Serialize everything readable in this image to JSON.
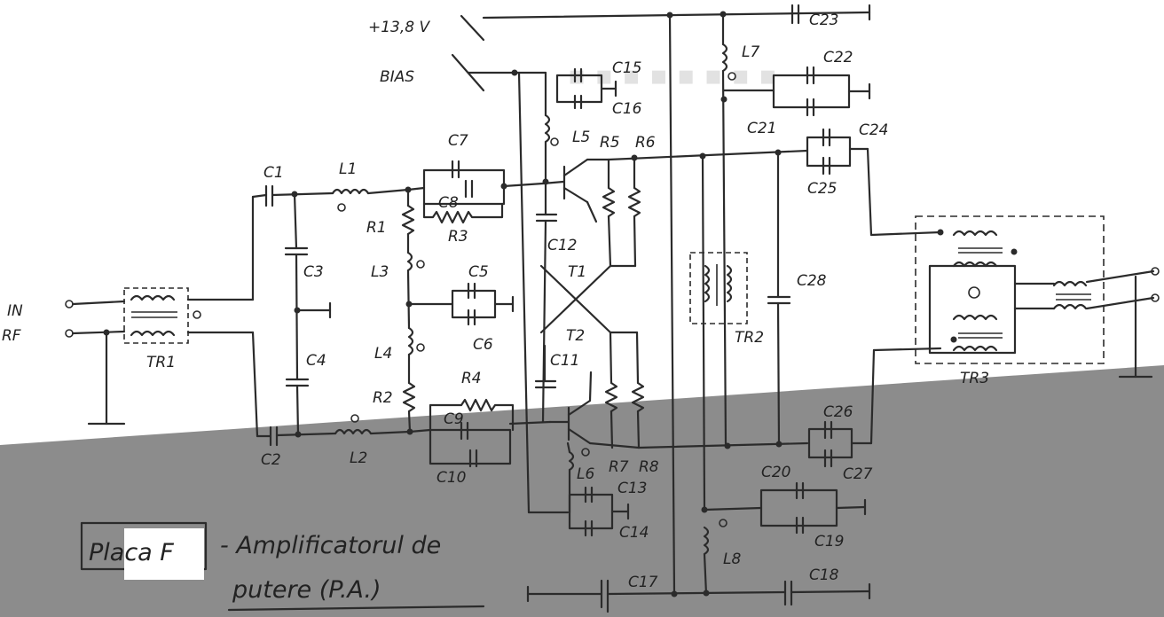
{
  "document": {
    "caption_box": "Placa F",
    "caption_line1": "- Amplificatorul de",
    "caption_line2": "putere (P.A.)"
  },
  "supply": {
    "voltage": "+13,8 V",
    "bias": "BIAS"
  },
  "io": {
    "input_line1": "IN",
    "input_line2": "RF"
  },
  "labels": {
    "c1": "C1",
    "c2": "C2",
    "c3": "C3",
    "c4": "C4",
    "c5": "C5",
    "c6": "C6",
    "c7": "C7",
    "c8": "C8",
    "c9": "C9",
    "c10": "C10",
    "c11": "C11",
    "c12": "C12",
    "c13": "C13",
    "c14": "C14",
    "c15": "C15",
    "c16": "C16",
    "c17": "C17",
    "c18": "C18",
    "c19": "C19",
    "c20": "C20",
    "c21": "C21",
    "c22": "C22",
    "c23": "C23",
    "c24": "C24",
    "c25": "C25",
    "c26": "C26",
    "c27": "C27",
    "c28": "C28",
    "l1": "L1",
    "l2": "L2",
    "l3": "L3",
    "l4": "L4",
    "l5": "L5",
    "l6": "L6",
    "l7": "L7",
    "l8": "L8",
    "r1": "R1",
    "r2": "R2",
    "r3": "R3",
    "r4": "R4",
    "r5": "R5",
    "r6": "R6",
    "r7": "R7",
    "r8": "R8",
    "t1": "T1",
    "t2": "T2",
    "tr1": "TR1",
    "tr2": "TR2",
    "tr3": "TR3"
  },
  "colors": {
    "ink": "#2b2b2b",
    "paper": "#ffffff",
    "shade": "#8c8c8c"
  }
}
